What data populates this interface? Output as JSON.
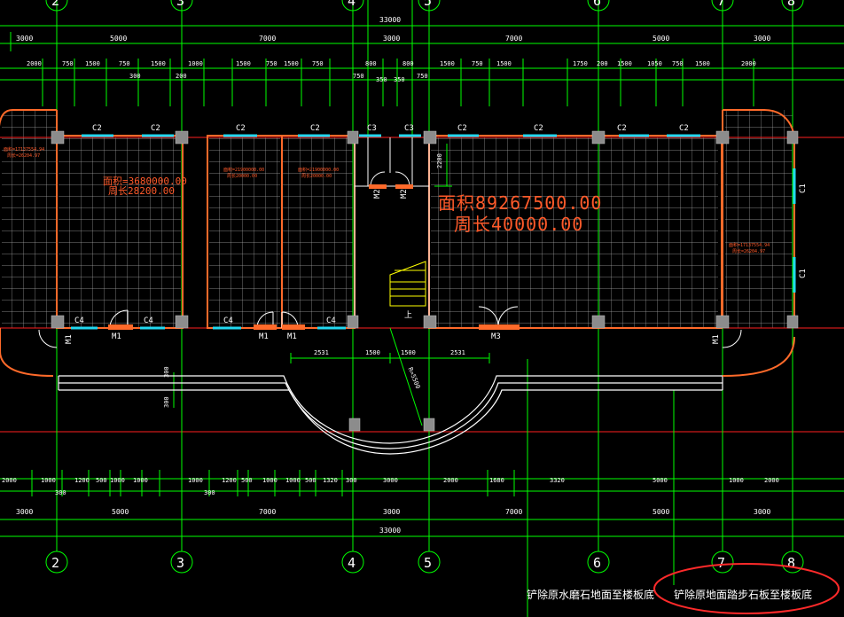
{
  "drawing": {
    "colors": {
      "background": "#000000",
      "axis_line": "#ff2020",
      "dimension": "#00ff00",
      "wall": "#ff6a2a",
      "grid": "#b8b8b8",
      "window": "#22d8f0",
      "column": "#8c8c8c",
      "text": "#ffffff",
      "annotation_circle": "#ff2a2a"
    },
    "axes": {
      "top": [
        "2",
        "3",
        "4",
        "5",
        "6",
        "7",
        "8"
      ],
      "bottom": [
        "2",
        "3",
        "4",
        "5",
        "6",
        "7",
        "8"
      ]
    },
    "dims_top": {
      "total": "33000",
      "row2": [
        "3000",
        "5000",
        "7000",
        "3000",
        "7000",
        "5000",
        "3000"
      ],
      "row3": [
        "2000",
        "750",
        "1500",
        "750",
        "1500",
        "1000",
        "1500",
        "750",
        "1500",
        "750",
        "800",
        "800",
        "1500",
        "750",
        "1500",
        "1750",
        "200",
        "1500",
        "1050",
        "750",
        "1500",
        "2000"
      ],
      "row4": [
        "300",
        "200",
        "750",
        "350",
        "350",
        "750"
      ],
      "side": "2200"
    },
    "dims_bottom": {
      "row1": [
        "2000",
        "1000",
        "1200",
        "500",
        "1000",
        "1000",
        "1000",
        "1200",
        "500",
        "1000",
        "1000",
        "500",
        "1320",
        "300",
        "3000",
        "2000",
        "1680",
        "3320",
        "5000",
        "1000",
        "2000"
      ],
      "row1b": [
        "300",
        "300"
      ],
      "row2": [
        "3000",
        "5000",
        "7000",
        "3000",
        "7000",
        "5000",
        "3000"
      ],
      "total": "33000"
    },
    "dims_mid": [
      "2531",
      "1500",
      "1500",
      "2531"
    ],
    "dims_vert": [
      "300",
      "300"
    ],
    "radius_label": "R=5500",
    "windows": {
      "c2": "C2",
      "c3": "C3",
      "c4": "C4",
      "c1": "C1"
    },
    "doors": {
      "m1": "M1",
      "m2": "M2",
      "m3": "M3"
    },
    "stair_mark": "上",
    "areas": {
      "big_area": "面积89267500.00",
      "big_perimeter": "周长40000.00",
      "room1_area": "面积=3680000.00",
      "room1_perimeter": "周长28200.00",
      "room2_area": "面积=21900000.00",
      "room2_perimeter": "周长20000.00",
      "room3_area": "面积=21900000.00",
      "room3_perimeter": "周长20000.00",
      "left_area": "面积=17137554.94",
      "left_perimeter": "周长=26204.97",
      "right_area": "面积=17137554.94",
      "right_perimeter": "周长=26204.97"
    },
    "notes": {
      "note1": "铲除原水磨石地面至楼板底",
      "note2": "铲除原地面踏步石板至楼板底"
    }
  }
}
